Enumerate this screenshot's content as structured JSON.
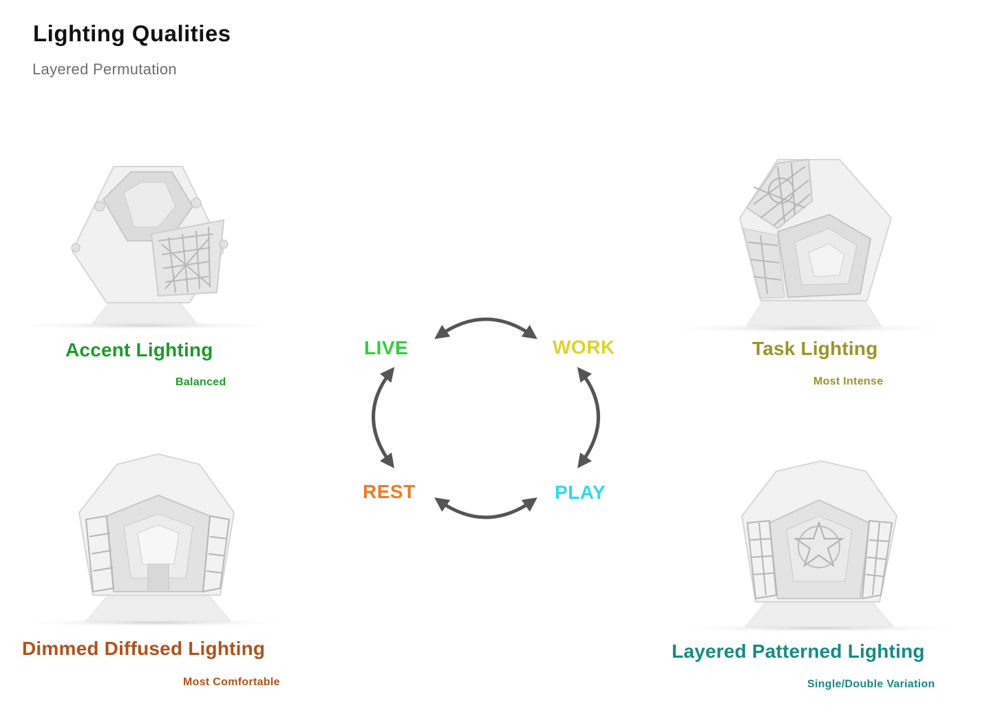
{
  "header": {
    "title": "Lighting Qualities",
    "subtitle": "Layered Permutation"
  },
  "qualities": [
    {
      "name": "Accent Lighting",
      "note": "Balanced",
      "color": "#1e9a2c"
    },
    {
      "name": "Task Lighting",
      "note": "Most Intense",
      "color": "#9d9327"
    },
    {
      "name": "Dimmed Diffused Lighting",
      "note": "Most Comfortable",
      "color": "#b0531a"
    },
    {
      "name": "Layered Patterned Lighting",
      "note": "Single/Double Variation",
      "color": "#178a86"
    }
  ],
  "cycle": {
    "live": {
      "label": "LIVE",
      "color": "#2ed13a"
    },
    "work": {
      "label": "WORK",
      "color": "#ddd22c"
    },
    "rest": {
      "label": "REST",
      "color": "#f07a26"
    },
    "play": {
      "label": "PLAY",
      "color": "#2fdcec"
    },
    "arrow_color": "#555555"
  },
  "icons": {
    "lamps": [
      "accent-lamp-icon",
      "task-lamp-icon",
      "dimmed-lamp-icon",
      "patterned-lamp-icon"
    ],
    "arrows": "bidirectional-arrow-icon"
  }
}
